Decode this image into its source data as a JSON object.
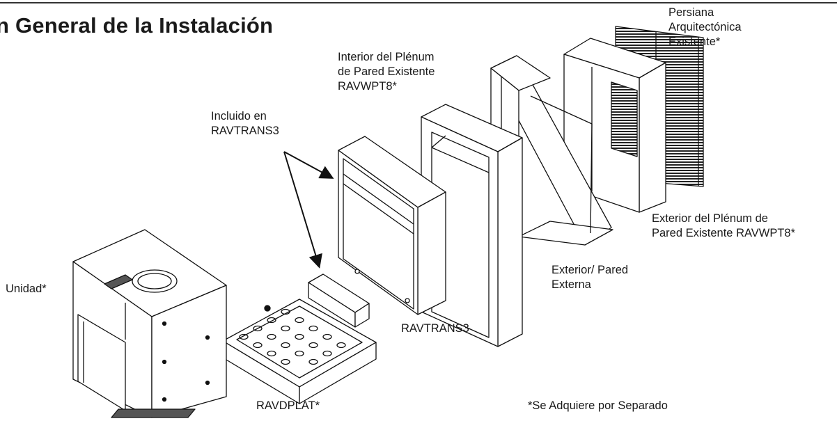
{
  "title": "n General de la Instalación",
  "labels": {
    "persiana": [
      "Persiana",
      "Arquitectónica",
      "Existente*"
    ],
    "interior_plenum": [
      "Interior del Plénum",
      "de Pared Existente",
      "RAVWPT8*"
    ],
    "incluido": [
      "Incluido en",
      "RAVTRANS3"
    ],
    "exterior_plenum": [
      "Exterior del Plénum de",
      "Pared Existente RAVWPT8*"
    ],
    "exterior_pared": [
      "Exterior/ Pared",
      "Externa"
    ],
    "unidad": "Unidad*",
    "ravtrans3": "RAVTRANS3",
    "ravdplat": "RAVDPLAT*",
    "footnote": "*Se Adquiere por Separado"
  }
}
